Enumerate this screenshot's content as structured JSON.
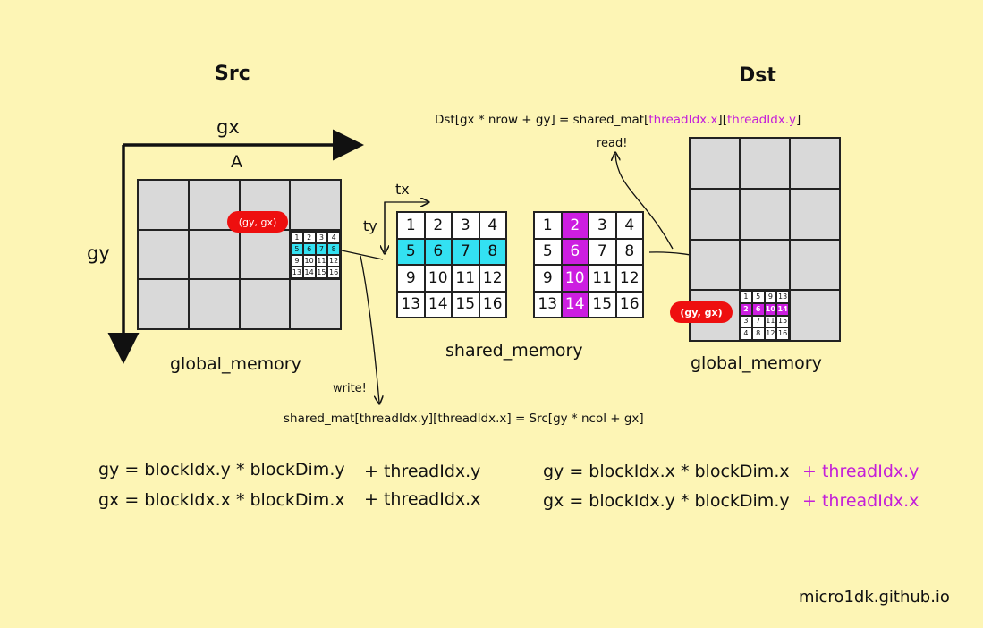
{
  "src": {
    "title": "Src",
    "axis_x": "gx",
    "axis_y": "gy",
    "matrix_label": "A",
    "memory_label": "global_memory",
    "pill": "(gy, gx)",
    "tile": [
      "1",
      "2",
      "3",
      "4",
      "5",
      "6",
      "7",
      "8",
      "9",
      "10",
      "11",
      "12",
      "13",
      "14",
      "15",
      "16"
    ]
  },
  "dst": {
    "title": "Dst",
    "formula_prefix": "Dst[gx * nrow + gy] = shared_mat[",
    "formula_idx1": "threadIdx.x",
    "formula_mid": "][",
    "formula_idx2": "threadIdx.y",
    "formula_suffix": "]",
    "read_label": "read!",
    "memory_label": "global_memory",
    "pill": "(gy, gx)",
    "tile": [
      "1",
      "5",
      "9",
      "13",
      "2",
      "6",
      "10",
      "14",
      "3",
      "7",
      "11",
      "15",
      "4",
      "8",
      "12",
      "16"
    ]
  },
  "shared": {
    "tx": "tx",
    "ty": "ty",
    "label": "shared_memory",
    "cells": [
      "1",
      "2",
      "3",
      "4",
      "5",
      "6",
      "7",
      "8",
      "9",
      "10",
      "11",
      "12",
      "13",
      "14",
      "15",
      "16"
    ],
    "write_label": "write!",
    "write_formula": "shared_mat[threadIdx.y][threadIdx.x] = Src[gy * ncol + gx]"
  },
  "colors": {
    "background": "#FDF5B5",
    "cyan": "#33E1F2",
    "magenta": "#CC1EE0",
    "red": "#EE0F0F"
  },
  "equations_left": {
    "gy_main": "gy = blockIdx.y * blockDim.y",
    "gy_plus": "+ threadIdx.y",
    "gx_main": "gx = blockIdx.x * blockDim.x",
    "gx_plus": "+ threadIdx.x"
  },
  "equations_right": {
    "gy_main": "gy = blockIdx.x * blockDim.x",
    "gy_plus": "+ threadIdx.y",
    "gx_main": "gx = blockIdx.y * blockDim.y",
    "gx_plus": "+ threadIdx.x"
  },
  "footer": "micro1dk.github.io"
}
